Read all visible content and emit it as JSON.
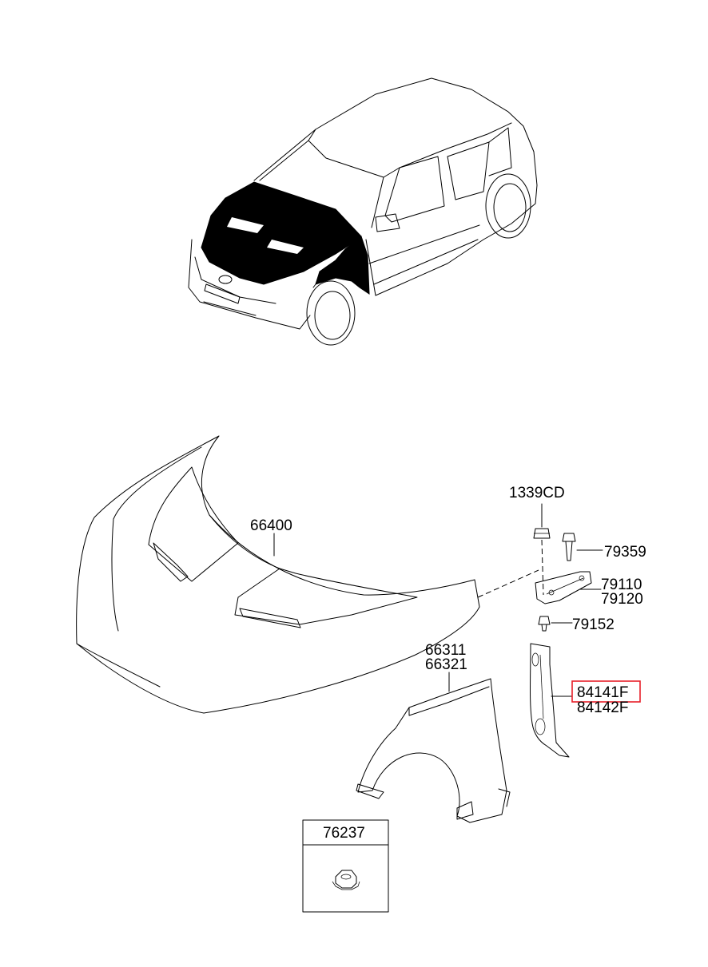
{
  "parts": {
    "hood": "66400",
    "hinge_nut": "1339CD",
    "hinge_bolt": "79359",
    "hinge_lh": "79110",
    "hinge_rh": "79120",
    "hinge_lower_bolt": "79152",
    "fender_lh": "66311",
    "fender_rh": "66321",
    "bracket_lh": "84141F",
    "bracket_rh": "84142F",
    "nut_box": "76237"
  },
  "colors": {
    "highlight": "#e8202a"
  }
}
